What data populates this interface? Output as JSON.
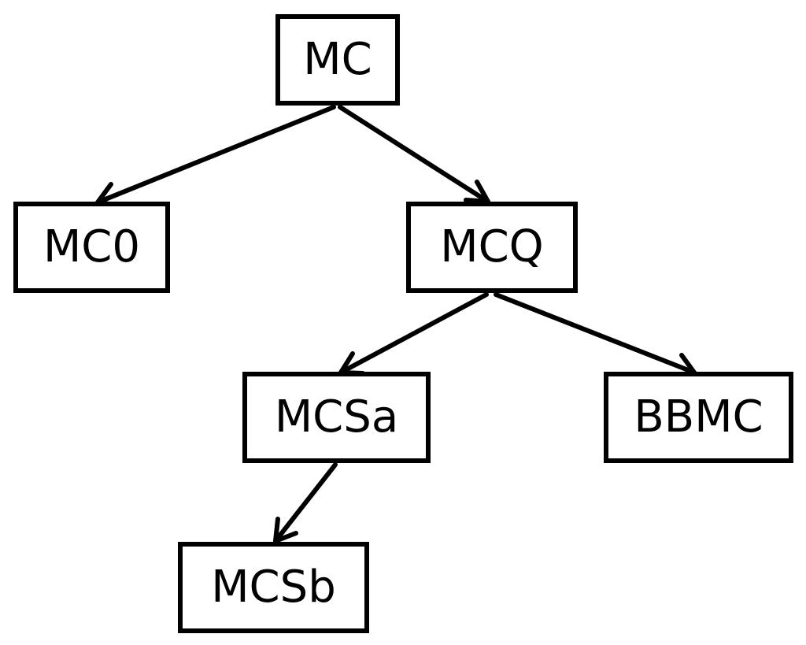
{
  "nodes": {
    "mc": {
      "label": "MC"
    },
    "mc0": {
      "label": "MC0"
    },
    "mcq": {
      "label": "MCQ"
    },
    "mcsa": {
      "label": "MCSa"
    },
    "bbmc": {
      "label": "BBMC"
    },
    "mcsb": {
      "label": "MCSb"
    }
  },
  "edges": [
    {
      "from": "mc",
      "to": "mc0"
    },
    {
      "from": "mc",
      "to": "mcq"
    },
    {
      "from": "mcq",
      "to": "mcsa"
    },
    {
      "from": "mcq",
      "to": "bbmc"
    },
    {
      "from": "mcsa",
      "to": "mcsb"
    }
  ],
  "colors": {
    "stroke": "#000000",
    "fill": "#ffffff"
  }
}
